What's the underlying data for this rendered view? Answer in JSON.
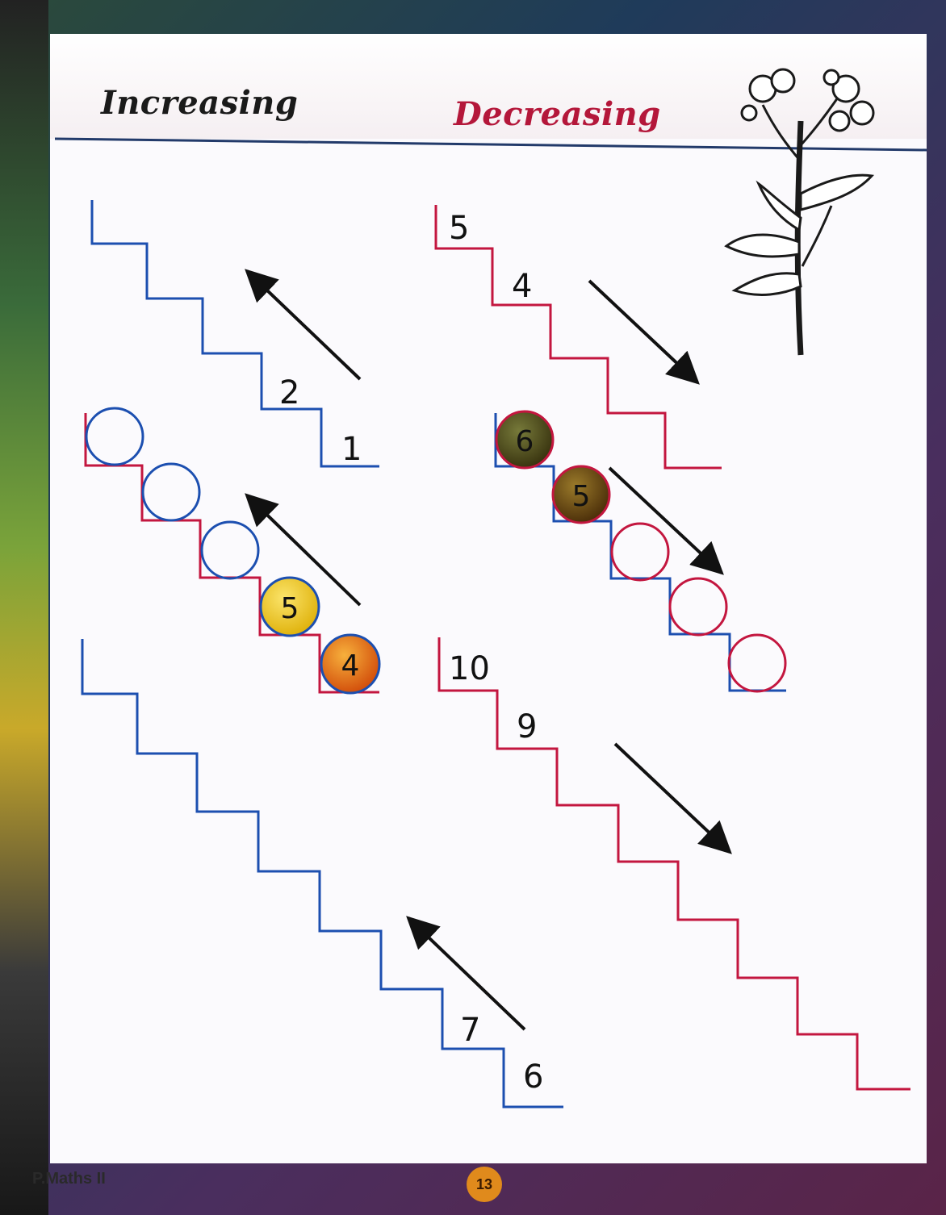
{
  "header": {
    "increasing_title": "Increasing",
    "decreasing_title": "Decreasing"
  },
  "footer": {
    "book_label": "P.Maths II",
    "page_number": "13"
  },
  "colors": {
    "blue_stair": "#1c4fb0",
    "red_stair": "#c3163f",
    "yellow_ball": "#f2cd1a",
    "orange_ball": "#e86f12",
    "olive_ball": "#4f4a1c",
    "brown_ball": "#6e4a16"
  },
  "icons": [
    "flower-illustration",
    "arrow-up-left-icon",
    "arrow-down-right-icon"
  ],
  "staircases": {
    "inc_top": {
      "labels": [
        "2",
        "1"
      ]
    },
    "inc_mid": {
      "ball_labels": [
        "5",
        "4"
      ]
    },
    "inc_bottom": {
      "labels": [
        "7",
        "6"
      ]
    },
    "dec_top": {
      "labels": [
        "5",
        "4"
      ]
    },
    "dec_mid": {
      "ball_labels": [
        "6",
        "5"
      ]
    },
    "dec_bottom": {
      "labels": [
        "10",
        "9"
      ]
    }
  }
}
